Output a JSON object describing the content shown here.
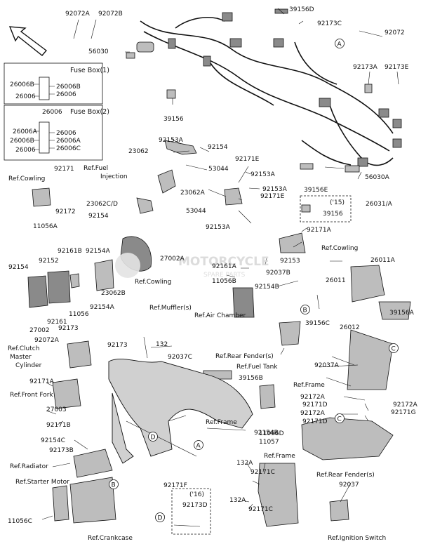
{
  "fuse_box_1": {
    "title": "Fuse Box(1)",
    "labels": [
      "26006B",
      "26006B",
      "26006",
      "26006"
    ]
  },
  "fuse_box_2": {
    "title": "Fuse Box(2)",
    "labels": [
      "26006",
      "26006A",
      "26006A",
      "26006B",
      "26006",
      "26006",
      "26006C"
    ]
  },
  "year_box_15": {
    "year": "('15)",
    "part": "39156"
  },
  "year_box_16": {
    "year": "('16)",
    "part": "92173D"
  },
  "watermark": {
    "main": "MOTORCYCLE",
    "sub": "SPARE PARTS"
  },
  "callout_letters": [
    "A",
    "A",
    "B",
    "B",
    "C",
    "C",
    "D",
    "D"
  ],
  "part_labels": [
    "92072A",
    "92072B",
    "39156D",
    "92173C",
    "92072",
    "56030",
    "92173A",
    "92173E",
    "39156",
    "92153A",
    "23062",
    "92154",
    "92171E",
    "Ref.Fuel",
    "Injection",
    "53044",
    "92153A",
    "Ref.Cowling",
    "92171",
    "92172",
    "11056A",
    "23062C/D",
    "53044",
    "92154",
    "23062A",
    "92153A",
    "92171E",
    "39156E",
    "92153A",
    "56030A",
    "26031/A",
    "92171A",
    "Ref.Cowling",
    "92161B",
    "92152",
    "92154",
    "92154A",
    "27002A",
    "Ref.Cowling",
    "92153",
    "92161A",
    "92037B",
    "11056B",
    "92154B",
    "26011A",
    "26011",
    "23062B",
    "11056",
    "92154A",
    "27002",
    "92161",
    "Ref.Muffler(s)",
    "26012",
    "39156A",
    "Ref.Air Chamber",
    "39156C",
    "92173",
    "92072A",
    "92173",
    "Ref.Clutch",
    "Master",
    "Cylinder",
    "132",
    "92037C",
    "Ref.Rear Fender(s)",
    "92037A",
    "Ref.Fuel Tank",
    "39156B",
    "92171A",
    "Ref.Front Fork",
    "Ref.Frame",
    "92172A",
    "92171D",
    "92172A",
    "27003",
    "92172A",
    "92171G",
    "92171D",
    "11056D",
    "11057",
    "Ref.Frame",
    "92171B",
    "92154C",
    "92154B",
    "92173B",
    "Ref.Radiator",
    "132A",
    "Ref.Frame",
    "Ref.Rear Fender(s)",
    "92171F",
    "Ref.Starter Motor",
    "92171C",
    "92037",
    "11056C",
    "132A",
    "92171C",
    "Ref.Crankcase",
    "Ref.Ignition Switch"
  ]
}
